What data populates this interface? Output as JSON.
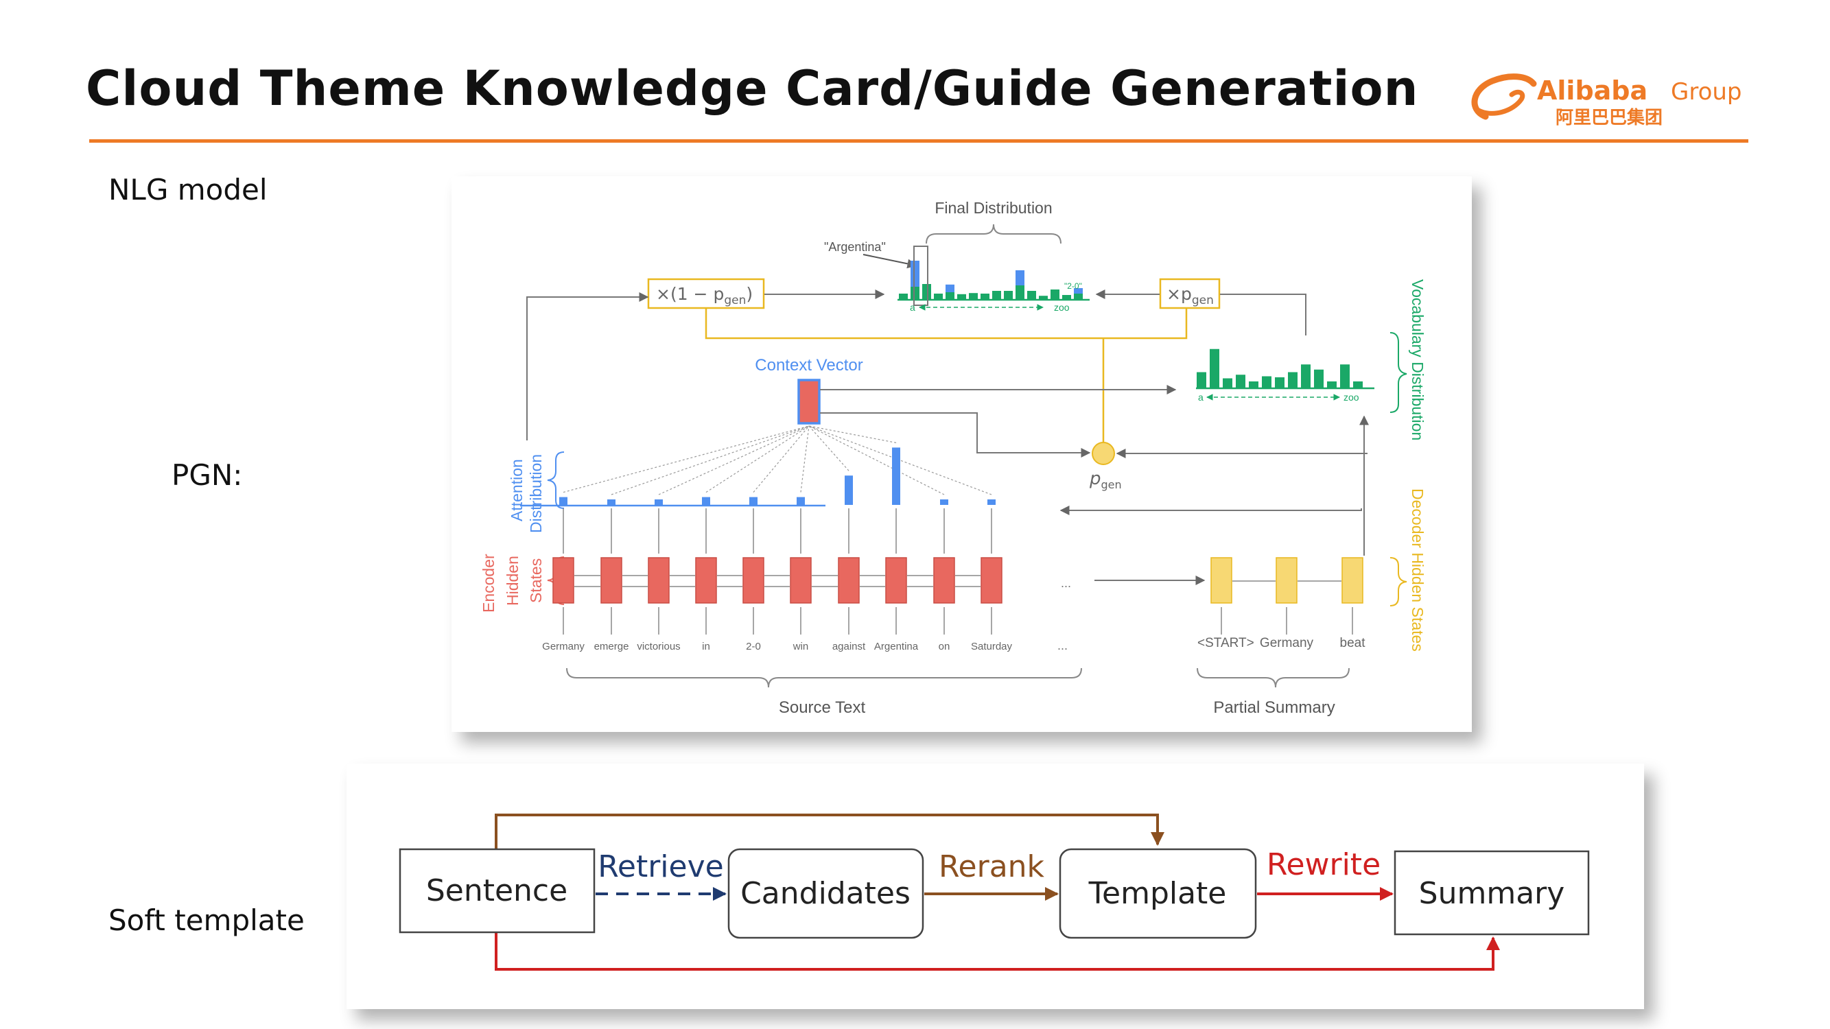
{
  "slide": {
    "title": "Cloud Theme Knowledge Card/Guide Generation",
    "logo": {
      "brand": "Alibaba",
      "group": "Group",
      "chinese": "阿里巴巴集团"
    },
    "labels": {
      "nlg": "NLG model",
      "pgn": "PGN:",
      "soft": "Soft template"
    },
    "colors": {
      "accent": "#ee7a26",
      "encoder": "#e8685f",
      "decoder": "#f7d873",
      "attention": "#4f8ff0",
      "vocab": "#1aa867",
      "retrieve": "#1f3b70",
      "rerank": "#8b5020",
      "rewrite": "#d02020"
    }
  },
  "pgn": {
    "final_distribution": "Final Distribution",
    "argentina_quote": "\"Argentina\"",
    "context_vector": "Context Vector",
    "vocab_distribution": "Vocabulary Distribution",
    "decoder_hidden_states": "Decoder Hidden States",
    "attention_label": [
      "Attention",
      "Distribution"
    ],
    "encoder_label": [
      "Encoder",
      "Hidden",
      "States"
    ],
    "axis_a": "a",
    "axis_zoo": "zoo",
    "tag_20": "\"2-0\"",
    "one_minus_pgen": "×(1 − p",
    "times_pgen": "×p",
    "gen": "gen",
    "pgen": "p",
    "source_words": [
      "Germany",
      "emerge",
      "victorious",
      "in",
      "2-0",
      "win",
      "against",
      "Argentina",
      "on",
      "Saturday"
    ],
    "ellipsis": "...",
    "decoder_words": [
      "<START>",
      "Germany",
      "beat"
    ],
    "source_text": "Source Text",
    "partial_summary": "Partial Summary",
    "attention_weights": [
      0.12,
      0.07,
      0.07,
      0.12,
      0.12,
      0.12,
      0.45,
      0.88,
      0.07,
      0.07
    ],
    "vocab_values": [
      0.3,
      0.75,
      0.18,
      0.25,
      0.12,
      0.22,
      0.2,
      0.3,
      0.45,
      0.35,
      0.12,
      0.45,
      0.12
    ],
    "final_values_green": [
      0.2,
      0.45,
      0.55,
      0.2,
      0.25,
      0.18,
      0.22,
      0.2,
      0.3,
      0.3,
      0.5,
      0.3,
      0.12,
      0.35,
      0.15,
      0.2
    ],
    "final_values_blue": [
      0.0,
      0.95,
      0.0,
      0.0,
      0.28,
      0.0,
      0.0,
      0.0,
      0.0,
      0.0,
      0.55,
      0.0,
      0.0,
      0.0,
      0.0,
      0.2
    ]
  },
  "soft_template": {
    "nodes": [
      "Sentence",
      "Candidates",
      "Template",
      "Summary"
    ],
    "edges": [
      "Retrieve",
      "Rerank",
      "Rewrite"
    ]
  }
}
